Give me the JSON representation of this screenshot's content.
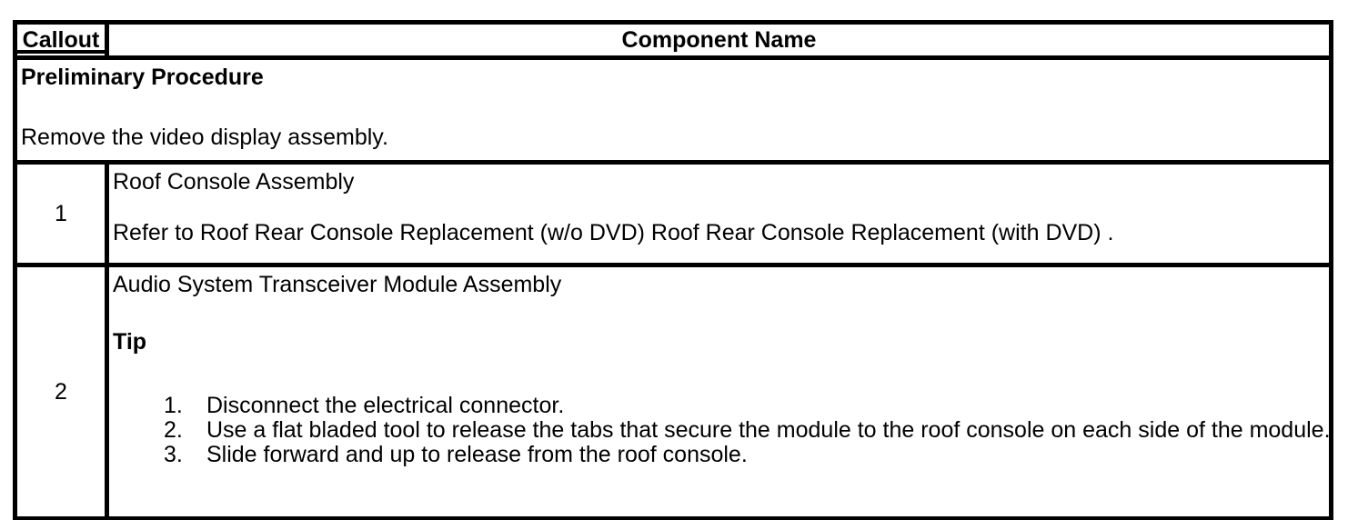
{
  "table": {
    "header": {
      "callout": "Callout",
      "component": "Component Name"
    },
    "preliminary": {
      "title": "Preliminary Procedure",
      "text": "Remove the video display assembly."
    },
    "rows": [
      {
        "callout": "1",
        "name": "Roof Console Assembly",
        "detail": "Refer to Roof Rear Console Replacement (w/o DVD) Roof Rear Console Replacement (with DVD) ."
      },
      {
        "callout": "2",
        "name": "Audio System Transceiver Module Assembly",
        "tip_label": "Tip",
        "steps": [
          {
            "num": "1.",
            "text": "Disconnect the electrical connector."
          },
          {
            "num": "2.",
            "text": "Use a flat bladed tool to release the tabs that secure the module to the roof console on each side of the module."
          },
          {
            "num": "3.",
            "text": "Slide forward and up to release from the roof console."
          }
        ]
      }
    ]
  },
  "colors": {
    "border": "#000000",
    "text": "#000000",
    "background": "#ffffff"
  }
}
